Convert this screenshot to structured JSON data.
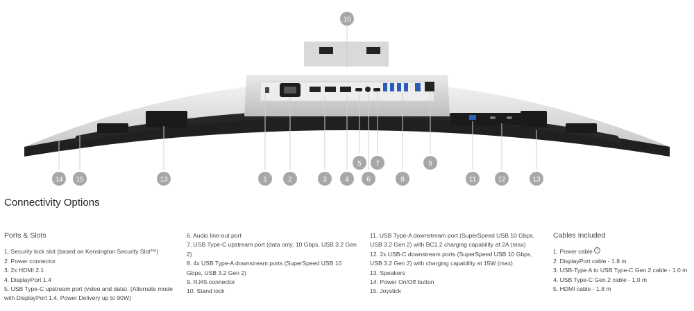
{
  "callouts": [
    "1",
    "2",
    "3",
    "4",
    "5",
    "6",
    "7",
    "8",
    "9",
    "10",
    "11",
    "12",
    "13",
    "14",
    "15"
  ],
  "section_title": "Connectivity Options",
  "ports_heading": "Ports & Slots",
  "ports_col1": [
    "1. Security lock slot (based on Kensington Security Slot™)",
    "2. Power connector",
    "3. 2x HDMI 2.1",
    "4. DisplayPort 1.4",
    "5. USB Type-C upstream port (video and data). (Alternate mode with DisplayPort 1.4, Power Delivery up to 90W)"
  ],
  "ports_col2": [
    "6. Audio line-out port",
    "7. USB Type-C upstream port (data only, 10 Gbps, USB 3.2 Gen 2)",
    "8. 4x USB Type-A downstream ports (SuperSpeed USB 10 Gbps, USB 3.2 Gen 2)",
    "9. RJ45 connector",
    "10. Stand lock"
  ],
  "ports_col3": [
    "11. USB Type-A downstream port (SuperSpeed USB 10 Gbps, USB 3.2 Gen 2) with BC1.2 charging capability at 2A (max)",
    "12. 2x USB-C downstream ports (SuperSpeed USB 10 Gbps, USB 3.2 Gen 2) with charging capability at 15W (max)",
    "13. Speakers",
    "14. Power On/Off button",
    "15. Joystick"
  ],
  "cables_heading": "Cables Included",
  "cables": [
    "1. Power cable",
    "2. DisplayPort cable - 1.8 m",
    "3. USB-Type A to USB Type-C Gen 2 cable - 1.0 m",
    "4. USB Type-C Gen 2 cable - 1.0 m",
    "5. HDMI cable - 1.8 m"
  ],
  "icons": [
    "info-icon"
  ]
}
